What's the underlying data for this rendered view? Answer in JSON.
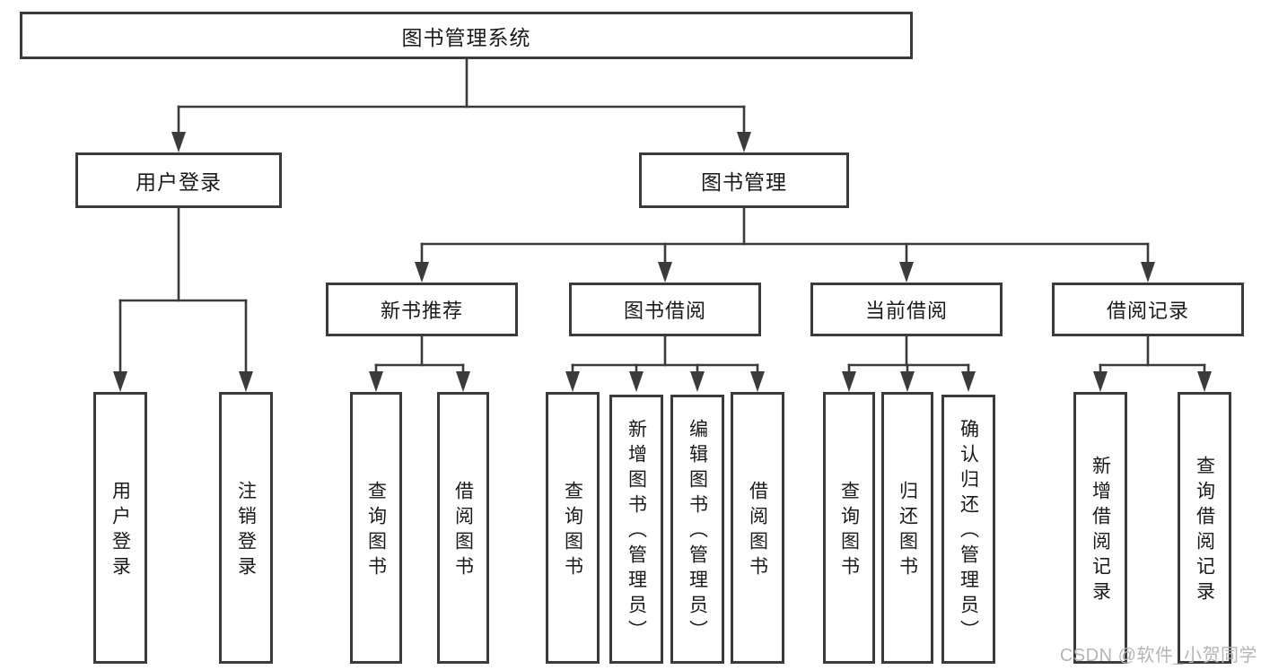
{
  "diagram": {
    "root": "图书管理系统",
    "branches": [
      {
        "label": "用户登录",
        "children": [
          "用户登录",
          "注销登录"
        ]
      },
      {
        "label": "图书管理",
        "children": [
          {
            "label": "新书推荐",
            "children": [
              "查询图书",
              "借阅图书"
            ]
          },
          {
            "label": "图书借阅",
            "children": [
              "查询图书",
              "新增图书（管理员）",
              "编辑图书（管理员）",
              "借阅图书"
            ]
          },
          {
            "label": "当前借阅",
            "children": [
              "查询图书",
              "归还图书",
              "确认归还（管理员）"
            ]
          },
          {
            "label": "借阅记录",
            "children": [
              "新增借阅记录",
              "查询借阅记录"
            ]
          }
        ]
      }
    ]
  },
  "watermark": {
    "text": "CSDN @软件_小贺同学"
  },
  "colors": {
    "line": "#3b3b3b",
    "text": "#1a1a1a",
    "watermark": "#b5b5b5",
    "background": "#ffffff"
  }
}
